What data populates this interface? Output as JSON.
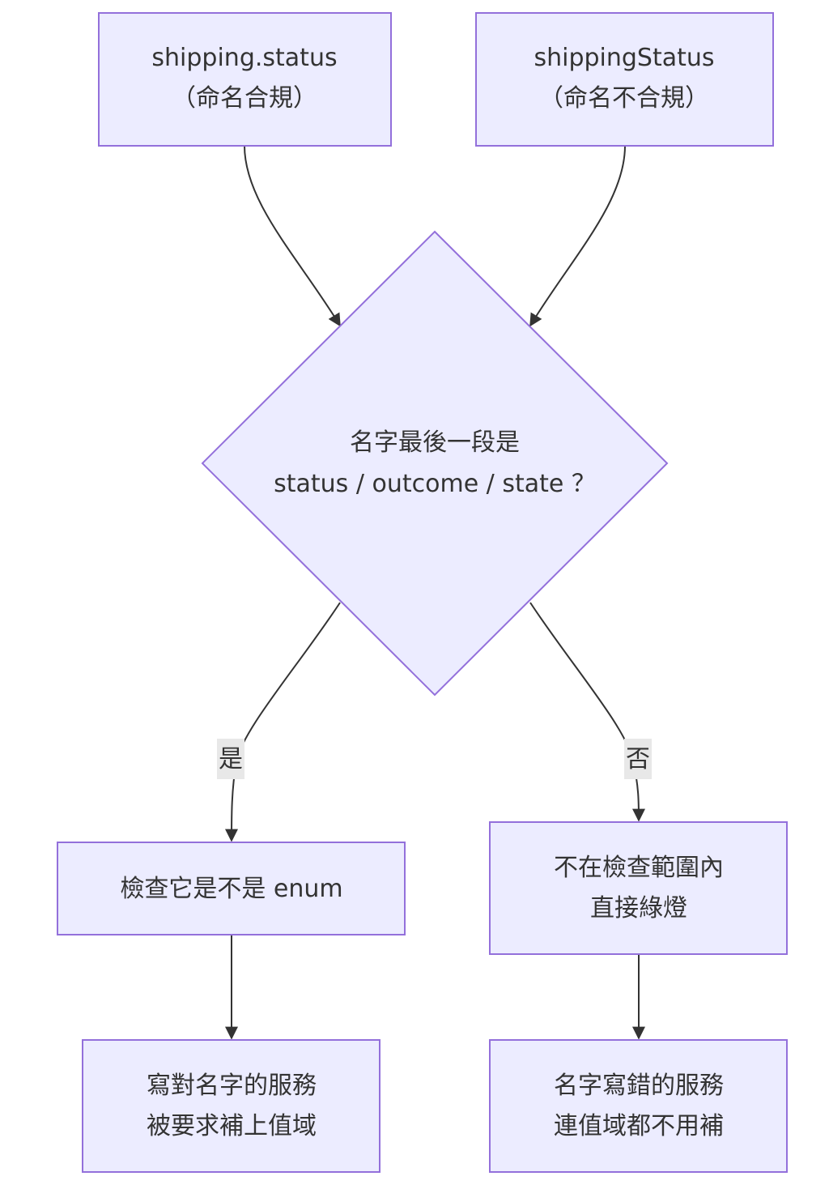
{
  "nodes": {
    "shipping_status_dot": {
      "line1": "shipping.status",
      "line2": "（命名合規）"
    },
    "shipping_status_camel": {
      "line1": "shippingStatus",
      "line2": "（命名不合規）"
    },
    "decision": {
      "line1": "名字最後一段是",
      "line2": "status / outcome / state ？"
    },
    "check_enum": {
      "line1": "檢查它是不是 enum"
    },
    "out_of_scope": {
      "line1": "不在檢查範圍內",
      "line2": "直接綠燈"
    },
    "correct_name_service": {
      "line1": "寫對名字的服務",
      "line2": "被要求補上值域"
    },
    "wrong_name_service": {
      "line1": "名字寫錯的服務",
      "line2": "連值域都不用補"
    }
  },
  "edges": {
    "yes_label": "是",
    "no_label": "否"
  },
  "colors": {
    "node_fill": "#ececff",
    "node_stroke": "#9370db",
    "edge": "#333333",
    "label_bg": "#e8e8e8"
  }
}
